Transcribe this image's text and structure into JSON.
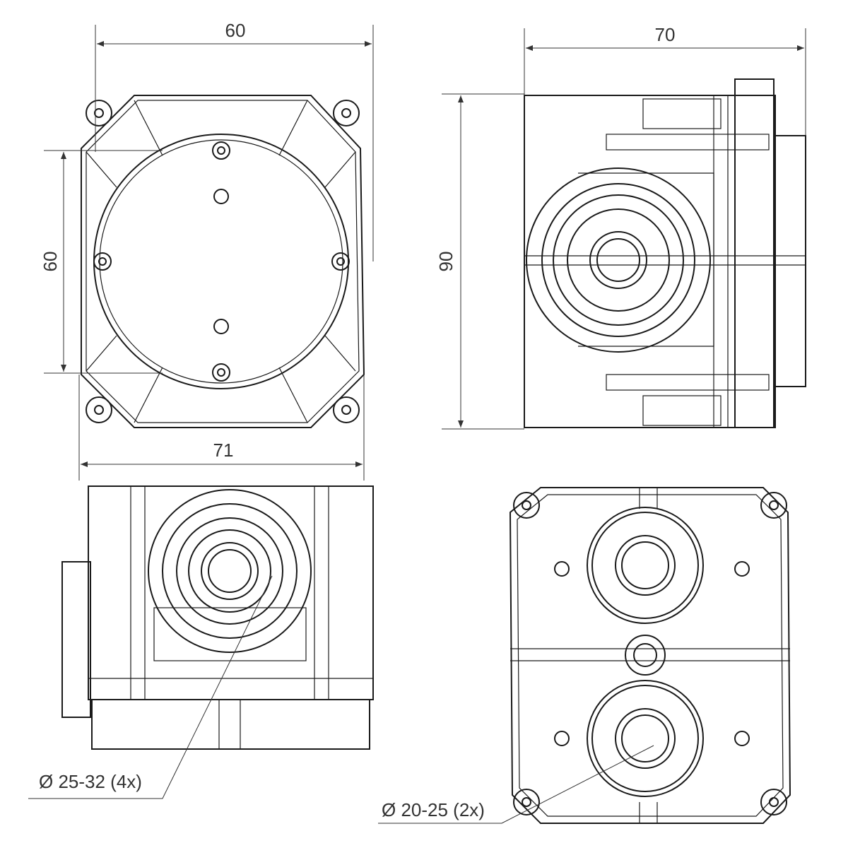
{
  "dimensions": {
    "front_width": "60",
    "front_height": "60",
    "front_outer_width": "71",
    "side_depth": "70",
    "side_height": "90"
  },
  "callouts": {
    "large_entry": "Ø 25-32 (4x)",
    "small_entry": "Ø 20-25 (2x)"
  }
}
